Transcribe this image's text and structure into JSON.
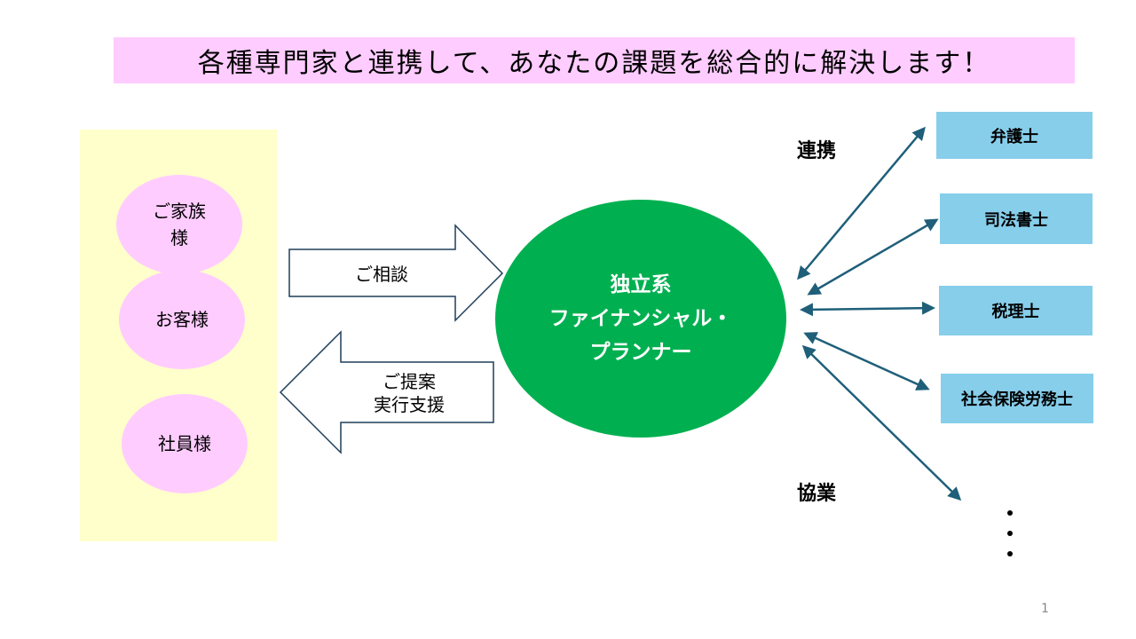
{
  "title": "各種専門家と連携して、あなたの課題を総合的に解決します！",
  "clients": [
    "ご家族\n様",
    "お客様",
    "社員様"
  ],
  "consult_label": "ご相談",
  "proposal_label": "ご提案\n実行支援",
  "center": "独立系\nファイナンシャル・\nプランナー",
  "experts": [
    "弁護士",
    "司法書士",
    "税理士",
    "社会保険労務士"
  ],
  "renkei_label": "連携",
  "kyogyo_label": "協業",
  "page_number": "1",
  "colors": {
    "title_bg": "#ffccff",
    "panel_bg": "#ffffcc",
    "client_bg": "#ffccff",
    "center_bg": "#00b050",
    "expert_bg": "#87ceeb",
    "arrow": "#1f5f7a"
  }
}
